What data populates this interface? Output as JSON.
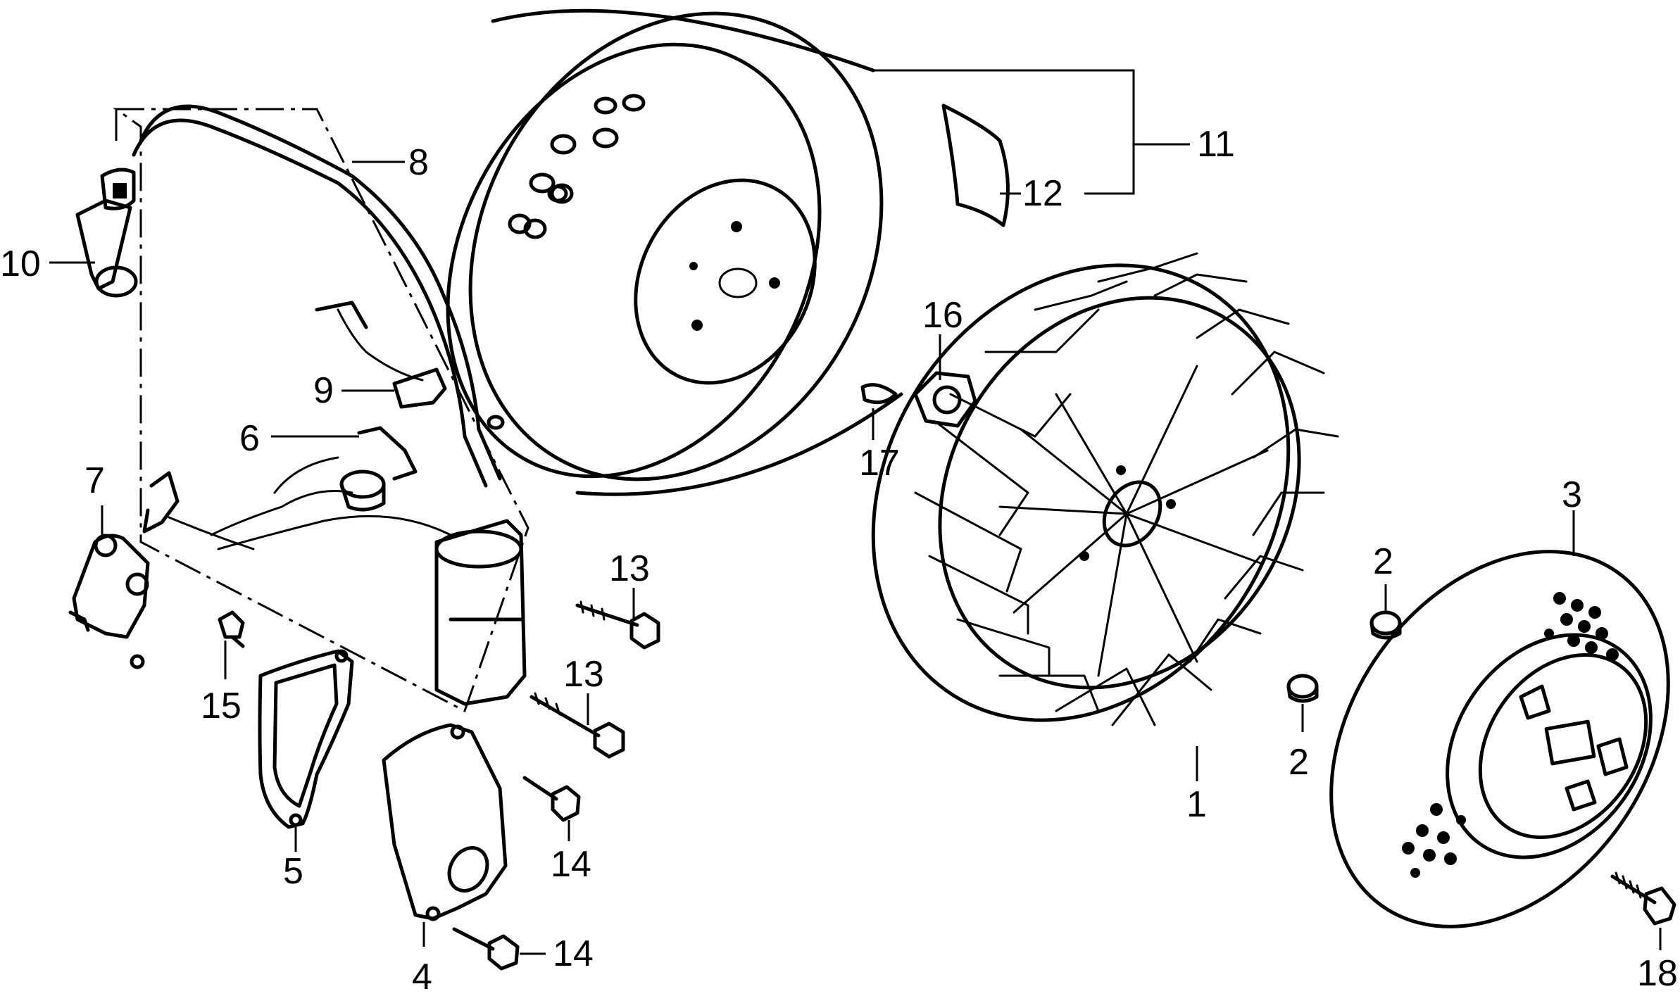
{
  "callouts": [
    {
      "id": "c1",
      "label": "1"
    },
    {
      "id": "c2a",
      "label": "2"
    },
    {
      "id": "c2b",
      "label": "2"
    },
    {
      "id": "c3",
      "label": "3"
    },
    {
      "id": "c4",
      "label": "4"
    },
    {
      "id": "c5",
      "label": "5"
    },
    {
      "id": "c6",
      "label": "6"
    },
    {
      "id": "c7",
      "label": "7"
    },
    {
      "id": "c8",
      "label": "8"
    },
    {
      "id": "c9",
      "label": "9"
    },
    {
      "id": "c10",
      "label": "10"
    },
    {
      "id": "c11",
      "label": "11"
    },
    {
      "id": "c12",
      "label": "12"
    },
    {
      "id": "c13a",
      "label": "13"
    },
    {
      "id": "c13b",
      "label": "13"
    },
    {
      "id": "c14a",
      "label": "14"
    },
    {
      "id": "c14b",
      "label": "14"
    },
    {
      "id": "c15",
      "label": "15"
    },
    {
      "id": "c16",
      "label": "16"
    },
    {
      "id": "c17",
      "label": "17"
    },
    {
      "id": "c18",
      "label": "18"
    }
  ],
  "icons": {
    "flywheel": "flywheel-icon",
    "cooling_fan": "cooling-fan-icon",
    "starter_pulley": "starter-pulley-icon",
    "ignition_coil": "ignition-coil-icon",
    "spark_plug_cap": "spark-plug-cap-icon",
    "contact_breaker": "contact-breaker-icon",
    "condenser": "condenser-icon",
    "gasket": "gasket-icon",
    "cover": "cover-icon",
    "bolt": "bolt-icon",
    "nut": "nut-icon",
    "key": "woodruff-key-icon",
    "collar": "collar-icon",
    "grommet": "grommet-icon",
    "weight": "balance-weight-icon"
  }
}
